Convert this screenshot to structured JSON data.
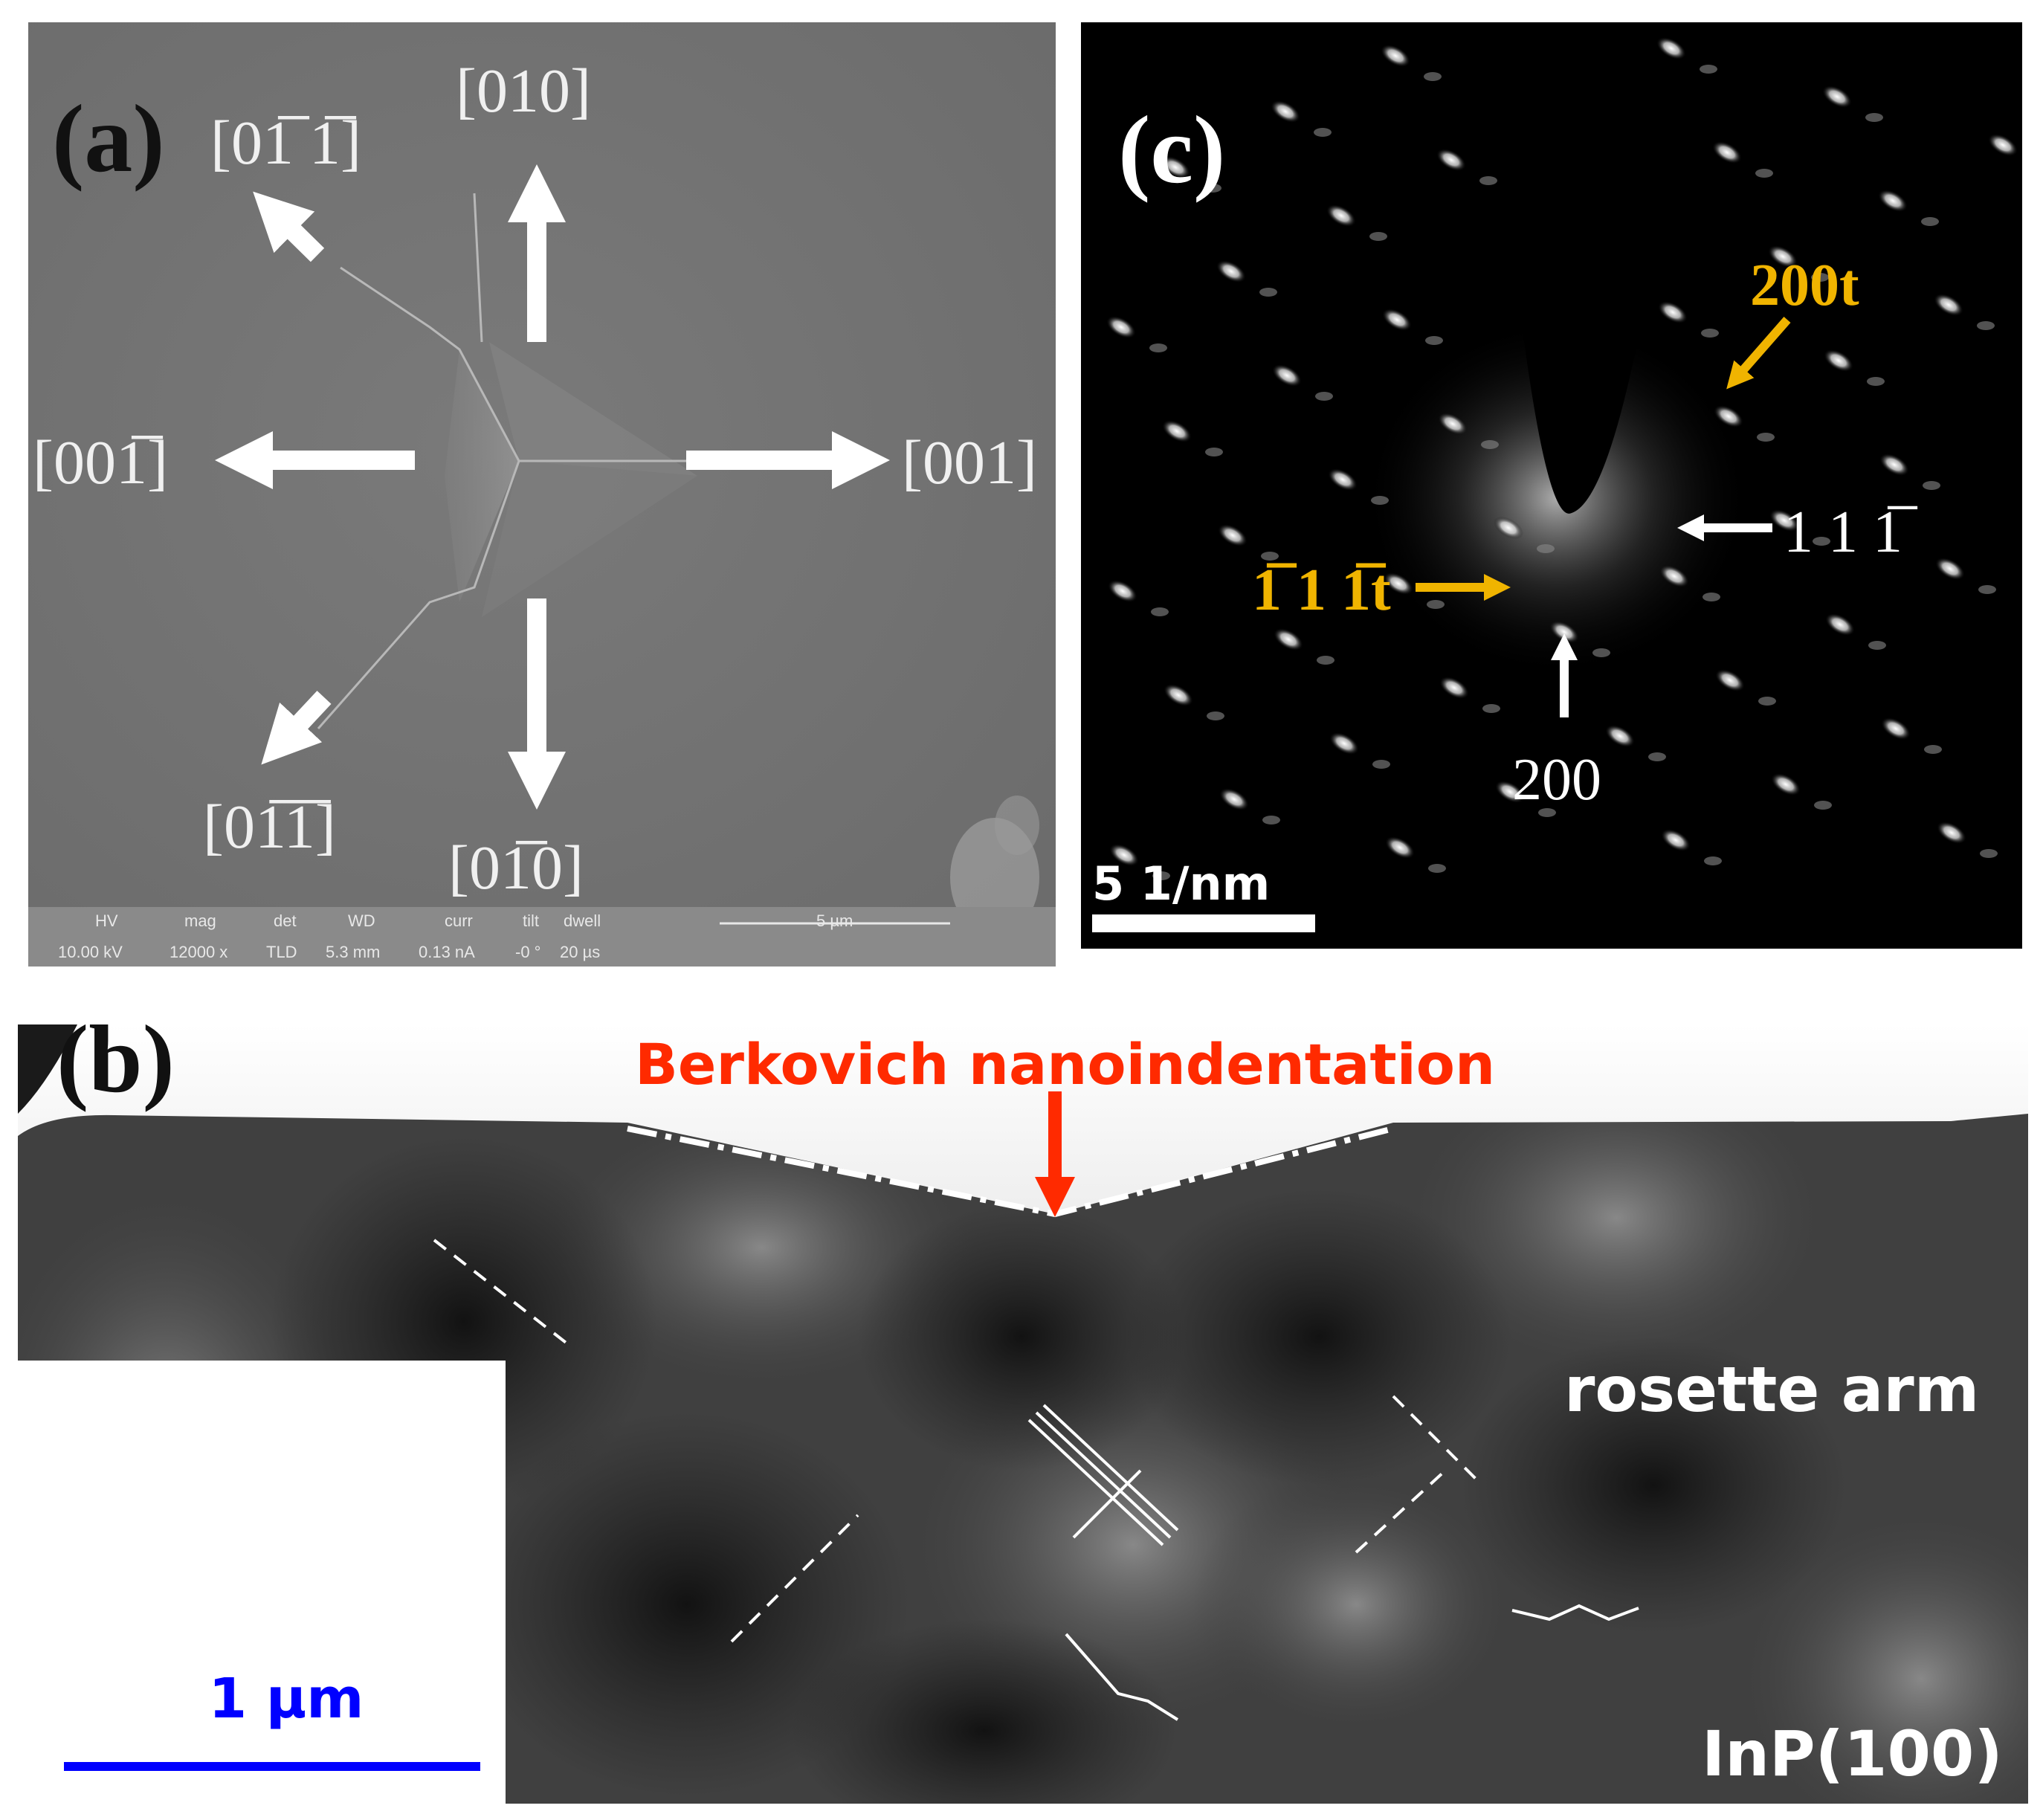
{
  "panel_a": {
    "label": "(a)",
    "directions": {
      "up": "[010]",
      "up_left": "[01̅ 1̅]",
      "left": "[001̅]",
      "right": "[001]",
      "down_left": "[01̅1̅]",
      "down": "[01̅0]"
    },
    "info_bar": {
      "headers": [
        "HV",
        "mag",
        "det",
        "WD",
        "curr",
        "tilt",
        "dwell"
      ],
      "values": [
        "10.00 kV",
        "12000 x",
        "TLD",
        "5.3 mm",
        "0.13 nA",
        "-0 °",
        "20 µs"
      ],
      "scale": "5 µm"
    }
  },
  "panel_c": {
    "label": "(c)",
    "scale_label": "5 1/nm",
    "spots": {
      "s200t": "200t",
      "s111t": "1̅ 1 1̅t",
      "s11_1": "1 1 1̅",
      "s200": "200"
    },
    "colors": {
      "twin": "#f0b400",
      "matrix": "#ffffff"
    }
  },
  "panel_b": {
    "label": "(b)",
    "indent_label": "Berkovich nanoindentation",
    "rosette_label": "rosette arm",
    "substrate_label": "InP(100)",
    "scale_label": "1 µm",
    "colors": {
      "indent": "#ff2a00",
      "scale": "#0000ff"
    }
  }
}
